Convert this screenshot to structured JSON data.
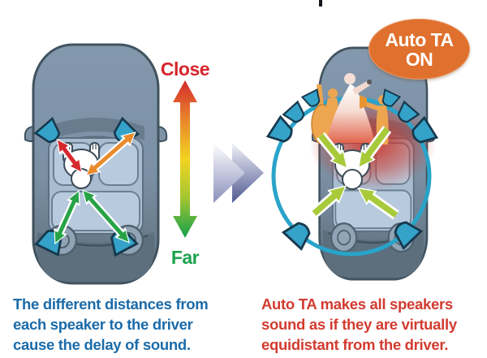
{
  "page": {
    "background": "#ffffff"
  },
  "artifact_mark": {
    "description": "cropped-text-remnant-top"
  },
  "left_panel": {
    "distance_scale": {
      "close_label": "Close",
      "far_label": "Far",
      "close_color": "#d6252b",
      "far_color": "#1ba24c",
      "gradient": [
        "#d42a2d",
        "#e9862b",
        "#f2d31f",
        "#a6c631",
        "#14a14b"
      ]
    },
    "caption_lines": [
      "The different distances from",
      "each speaker to the driver",
      "cause the delay of sound."
    ],
    "caption_color": "#1b6ba9",
    "arrow_colors": {
      "front_left": "#d7272e",
      "front_right": "#e98a2b",
      "rear": "#27a346"
    }
  },
  "transition_arrow": {
    "direction": "right",
    "gradient_top": "#ffffff",
    "gradient_bottom": "#4f5890"
  },
  "right_panel": {
    "badge": {
      "line1": "Auto TA",
      "line2": "ON",
      "background": "#e0702d",
      "text_color": "#ffffff"
    },
    "caption_lines": [
      "Auto TA makes all speakers",
      "sound as if they are virtually",
      "equidistant from the driver."
    ],
    "caption_color": "#d23b30",
    "virtual_circle_color": "#2aa3c9",
    "equal_arrow_color": "#a8ca3a",
    "stage_glow_color": "#cc2f24"
  },
  "car": {
    "body_color": "#8095aa",
    "interior_color": "#a9bdd1",
    "trunk_color": "#5d6e7d",
    "speaker_color": "#35a3c9"
  }
}
